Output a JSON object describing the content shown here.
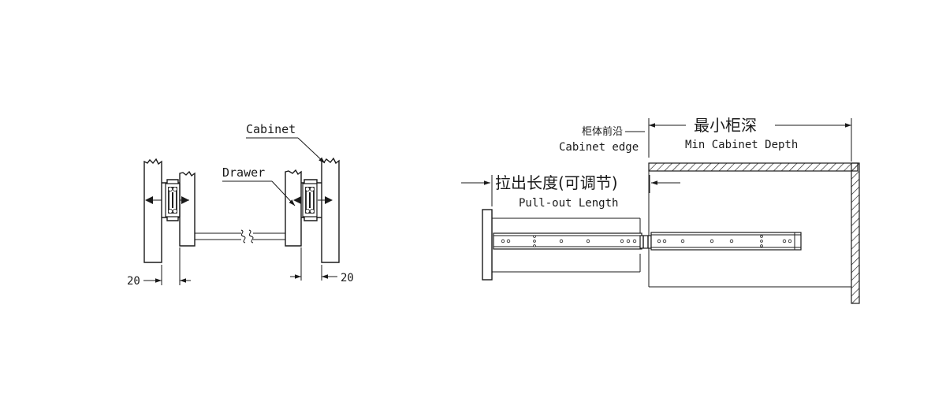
{
  "left_diagram": {
    "cabinet_label": "Cabinet",
    "drawer_label": "Drawer",
    "left_clearance": "20",
    "right_clearance": "20"
  },
  "right_diagram": {
    "cabinet_edge_cn": "柜体前沿",
    "cabinet_edge_en": "Cabinet edge",
    "min_depth_cn": "最小柜深",
    "min_depth_en": "Min Cabinet Depth",
    "pullout_cn": "拉出长度(可调节)",
    "pullout_en": "Pull-out Length"
  },
  "colors": {
    "line": "#1a1a1a",
    "background": "#ffffff"
  }
}
